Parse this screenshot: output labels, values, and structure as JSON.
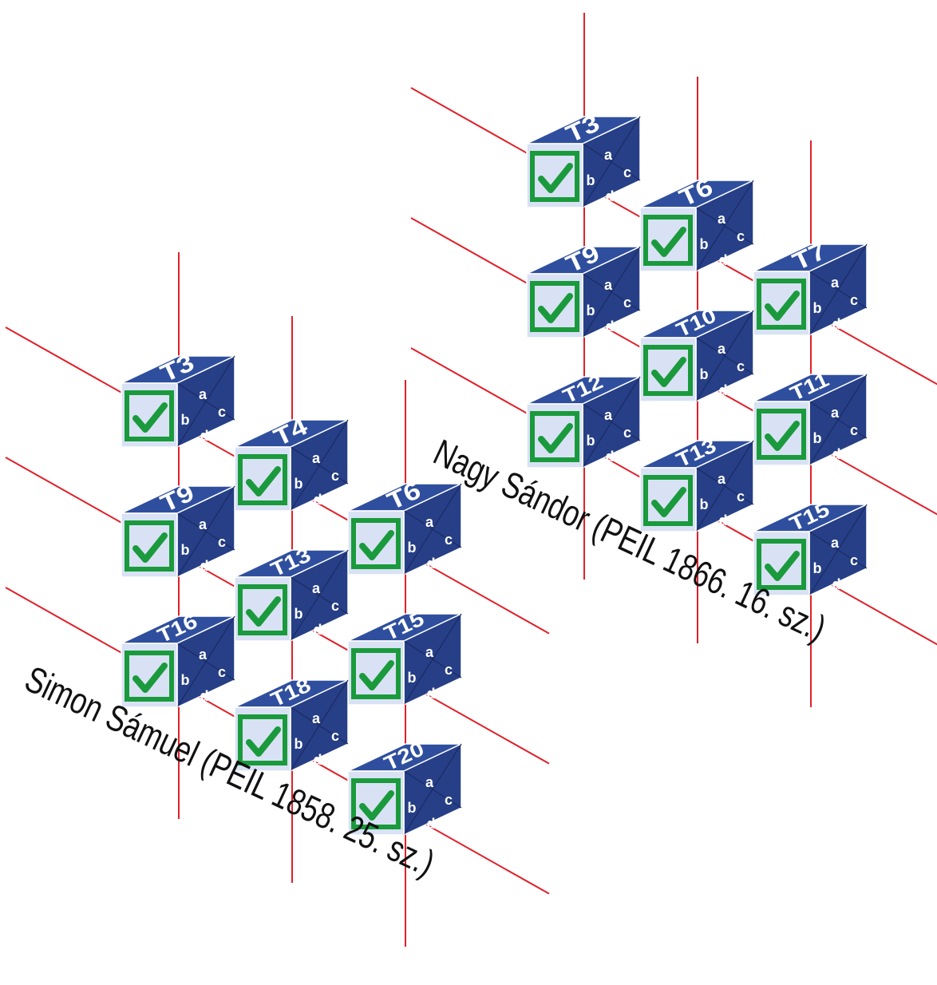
{
  "colors": {
    "cube_blue": "#2f4f9e",
    "cube_blue_dark": "#263f86",
    "check_green": "#1a9a3c",
    "check_face": "#d8e2f4",
    "edge_line": "#e0202a",
    "caption_text": "#111111"
  },
  "icons": {
    "cube_front": "check-box-icon",
    "cube_top": "cube-label",
    "cube_side": "abcd-quadrants"
  },
  "face_letters": [
    "a",
    "b",
    "c",
    "d"
  ],
  "groups": [
    {
      "id": "simon",
      "caption": "Simon Sámuel (PEIL 1858. 25. sz.)",
      "cubes": [
        {
          "label": "T3",
          "col": 0,
          "row": 0
        },
        {
          "label": "T4",
          "col": 1,
          "row": 0
        },
        {
          "label": "T9",
          "col": 0,
          "row": 1
        },
        {
          "label": "T6",
          "col": 2,
          "row": 0
        },
        {
          "label": "T13",
          "col": 1,
          "row": 1
        },
        {
          "label": "T16",
          "col": 0,
          "row": 2
        },
        {
          "label": "T15",
          "col": 2,
          "row": 1
        },
        {
          "label": "T18",
          "col": 1,
          "row": 2
        },
        {
          "label": "T20",
          "col": 2,
          "row": 2
        }
      ]
    },
    {
      "id": "nagy",
      "caption": "Nagy Sándor (PEIL 1866. 16. sz.)",
      "cubes": [
        {
          "label": "T3",
          "col": 0,
          "row": 0
        },
        {
          "label": "T6",
          "col": 1,
          "row": 0
        },
        {
          "label": "T9",
          "col": 0,
          "row": 1
        },
        {
          "label": "T7",
          "col": 2,
          "row": 0
        },
        {
          "label": "T10",
          "col": 1,
          "row": 1
        },
        {
          "label": "T12",
          "col": 0,
          "row": 2
        },
        {
          "label": "T11",
          "col": 2,
          "row": 1
        },
        {
          "label": "T13",
          "col": 1,
          "row": 2
        },
        {
          "label": "T15",
          "col": 2,
          "row": 2
        }
      ]
    }
  ]
}
